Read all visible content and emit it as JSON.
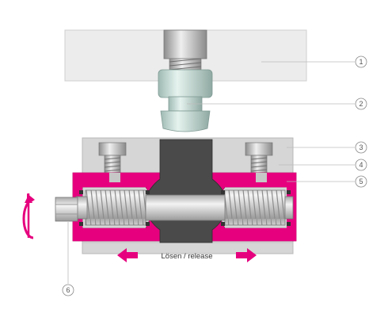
{
  "caption": "Lösen / release",
  "callouts": [
    {
      "id": "1"
    },
    {
      "id": "2"
    },
    {
      "id": "3"
    },
    {
      "id": "4"
    },
    {
      "id": "5"
    },
    {
      "id": "6"
    }
  ],
  "colors": {
    "accent": "#e6007e",
    "plate": "#ececec",
    "body": "#d6d6d6",
    "core": "#4a4a4a",
    "steel_light": "#f2f2f2",
    "steel_mid": "#bfbfbf",
    "stud": "#cfe3de",
    "callout_line": "#bdbdbd"
  },
  "icons": [
    "rotate-icon",
    "arrow-left-icon",
    "arrow-right-icon"
  ]
}
